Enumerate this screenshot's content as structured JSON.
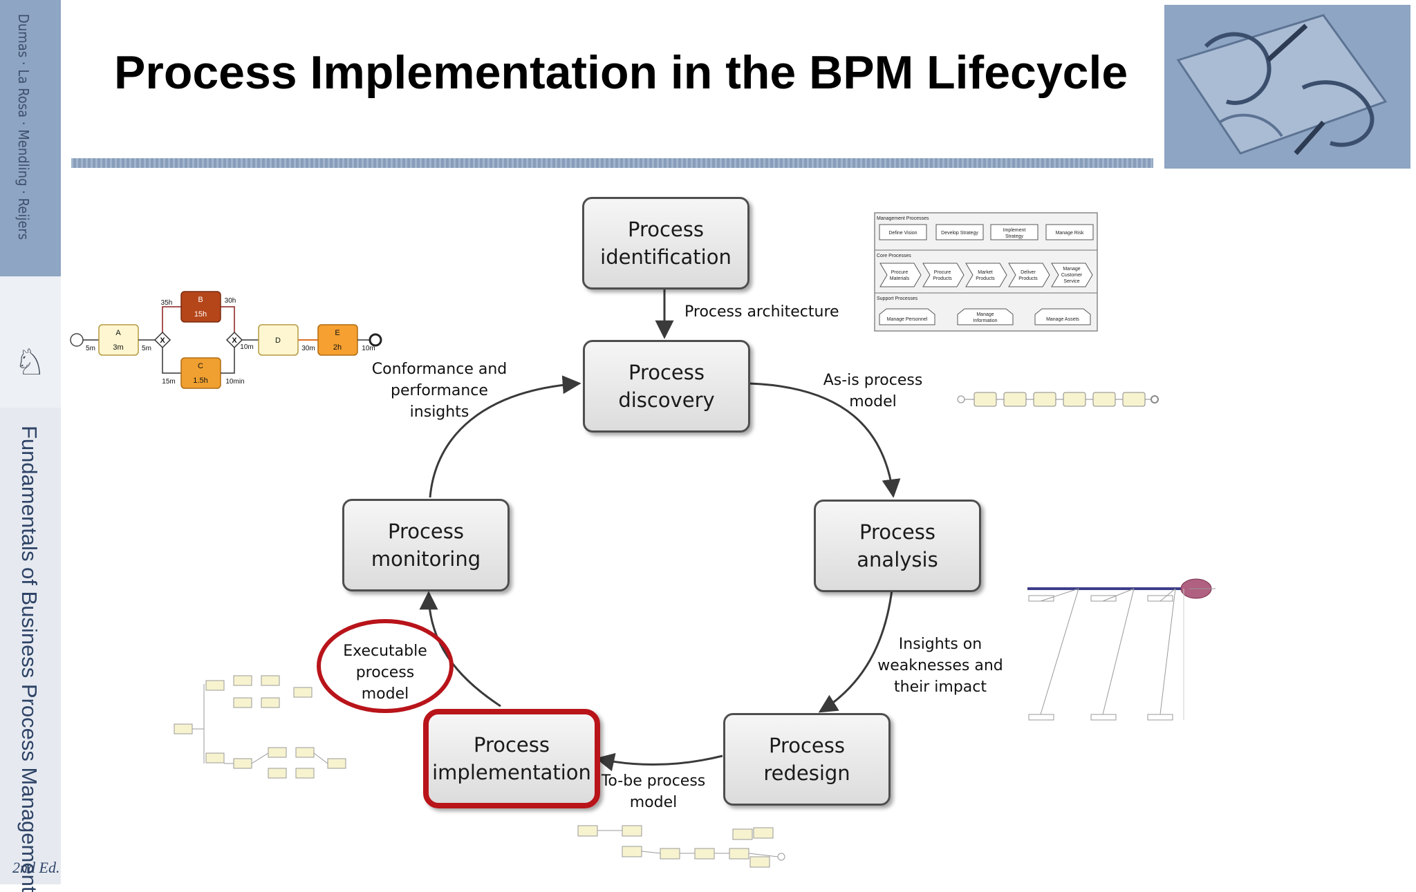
{
  "slide": {
    "title": "Process Implementation in the BPM Lifecycle"
  },
  "sidebar": {
    "authors": "Dumas · La Rosa · Mendling · Reijers",
    "book_title": "Fundamentals of Business Process Management",
    "edition": "2nd Ed."
  },
  "nodes": {
    "identification": "Process\nidentification",
    "discovery": "Process\ndiscovery",
    "analysis": "Process\nanalysis",
    "redesign": "Process\nredesign",
    "implementation": "Process\nimplementation",
    "monitoring": "Process\nmonitoring"
  },
  "edge_labels": {
    "architecture": "Process architecture",
    "as_is": "As-is process\nmodel",
    "insights": "Insights on\nweaknesses and\ntheir impact",
    "to_be": "To-be process\nmodel",
    "executable": "Executable\nprocess\nmodel",
    "conformance": "Conformance and\nperformance\ninsights"
  },
  "bpmn_example": {
    "tasks": [
      {
        "name": "A",
        "duration": "3m"
      },
      {
        "name": "B",
        "duration": "15h"
      },
      {
        "name": "C",
        "duration": "1.5h"
      },
      {
        "name": "D",
        "duration": ""
      },
      {
        "name": "E",
        "duration": "2h"
      }
    ],
    "flow_times": [
      "5m",
      "5m",
      "35h",
      "30h",
      "15m",
      "10min",
      "10m",
      "30m",
      "10m"
    ]
  },
  "architecture_thumb": {
    "groups": [
      {
        "title": "Management Processes",
        "items": [
          "Define Vision",
          "Develop Strategy",
          "Implement Strategy",
          "Manage Risk"
        ]
      },
      {
        "title": "Core Processes",
        "items": [
          "Procure Materials",
          "Procure Products",
          "Market Products",
          "Deliver Products",
          "Manage Customer Service"
        ]
      },
      {
        "title": "Support Processes",
        "items": [
          "Manage Personnel",
          "Manage Information",
          "Manage Assets"
        ]
      }
    ]
  },
  "colors": {
    "accent_red": "#b8141a",
    "sidebar_blue": "#8ea5c3",
    "task_b": "#b5461a",
    "task_c": "#f0a030",
    "task_e": "#f5a030",
    "task_plain": "#fdf6d0"
  }
}
